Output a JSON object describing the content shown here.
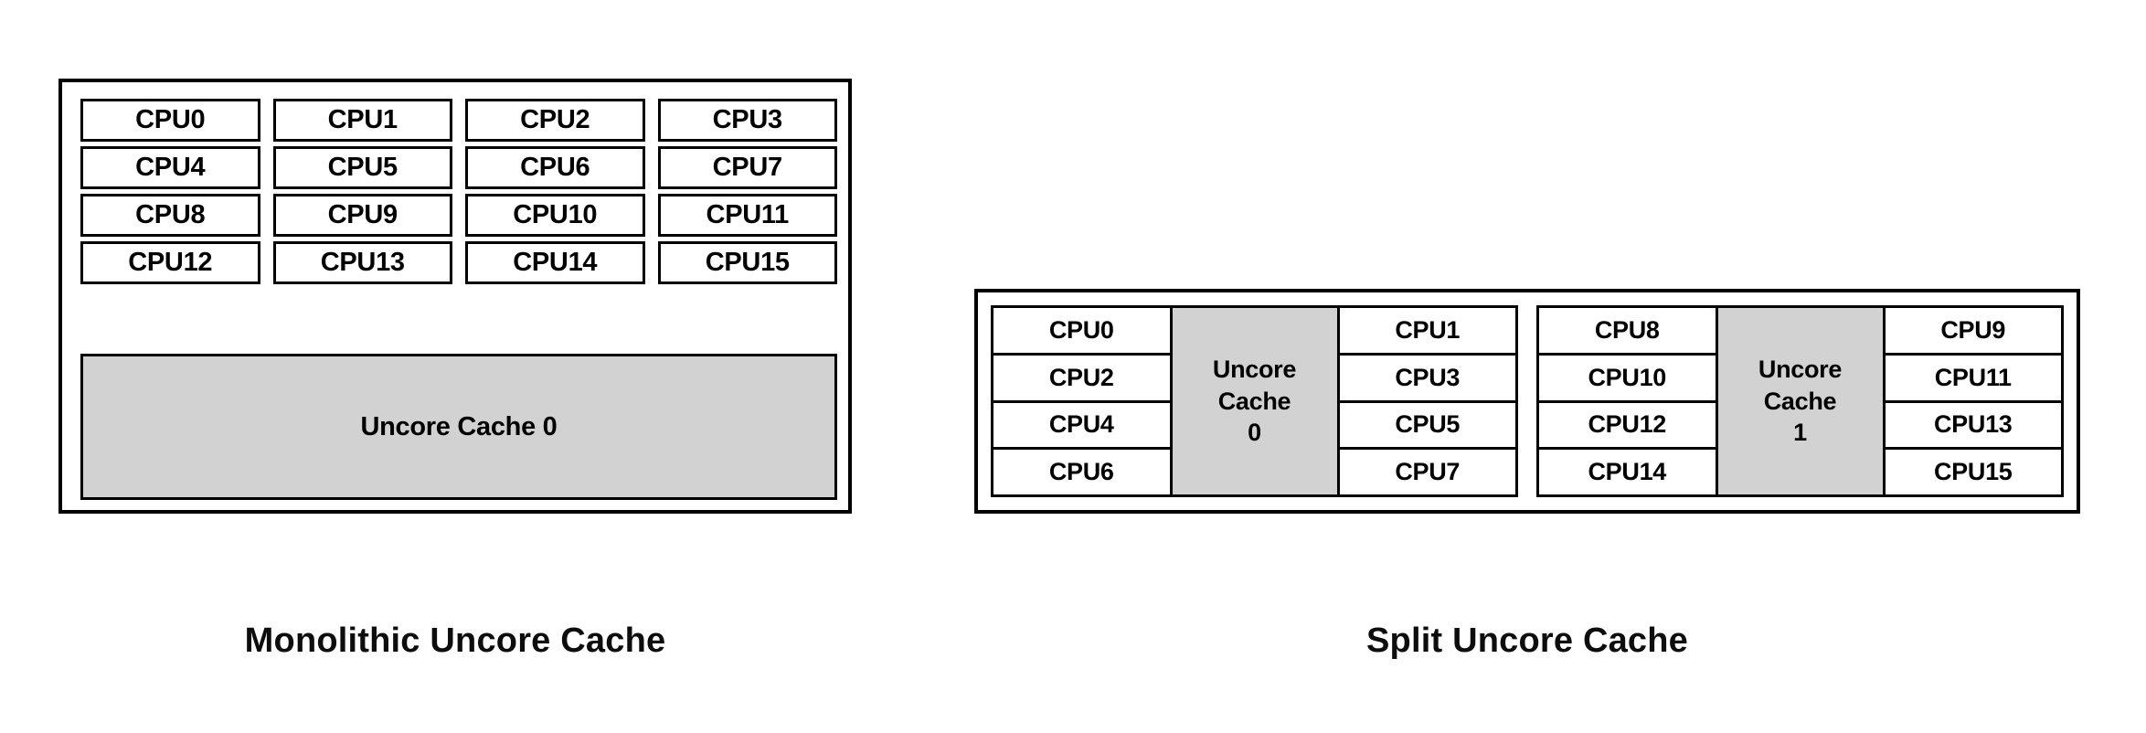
{
  "figures": {
    "monolithic": {
      "caption": "Monolithic Uncore Cache",
      "cpus": [
        "CPU0",
        "CPU1",
        "CPU2",
        "CPU3",
        "CPU4",
        "CPU5",
        "CPU6",
        "CPU7",
        "CPU8",
        "CPU9",
        "CPU10",
        "CPU11",
        "CPU12",
        "CPU13",
        "CPU14",
        "CPU15"
      ],
      "cache_label": "Uncore Cache 0"
    },
    "split": {
      "caption": "Split Uncore Cache",
      "clusters": [
        {
          "left_cpus": [
            "CPU0",
            "CPU2",
            "CPU4",
            "CPU6"
          ],
          "cache_line1": "Uncore",
          "cache_line2": "Cache",
          "cache_line3": "0",
          "right_cpus": [
            "CPU1",
            "CPU3",
            "CPU5",
            "CPU7"
          ]
        },
        {
          "left_cpus": [
            "CPU8",
            "CPU10",
            "CPU12",
            "CPU14"
          ],
          "cache_line1": "Uncore",
          "cache_line2": "Cache",
          "cache_line3": "1",
          "right_cpus": [
            "CPU9",
            "CPU11",
            "CPU13",
            "CPU15"
          ]
        }
      ]
    }
  },
  "colors": {
    "cache_fill": "#d2d2d2",
    "stroke": "#000000",
    "background": "#ffffff",
    "text": "#000000"
  }
}
